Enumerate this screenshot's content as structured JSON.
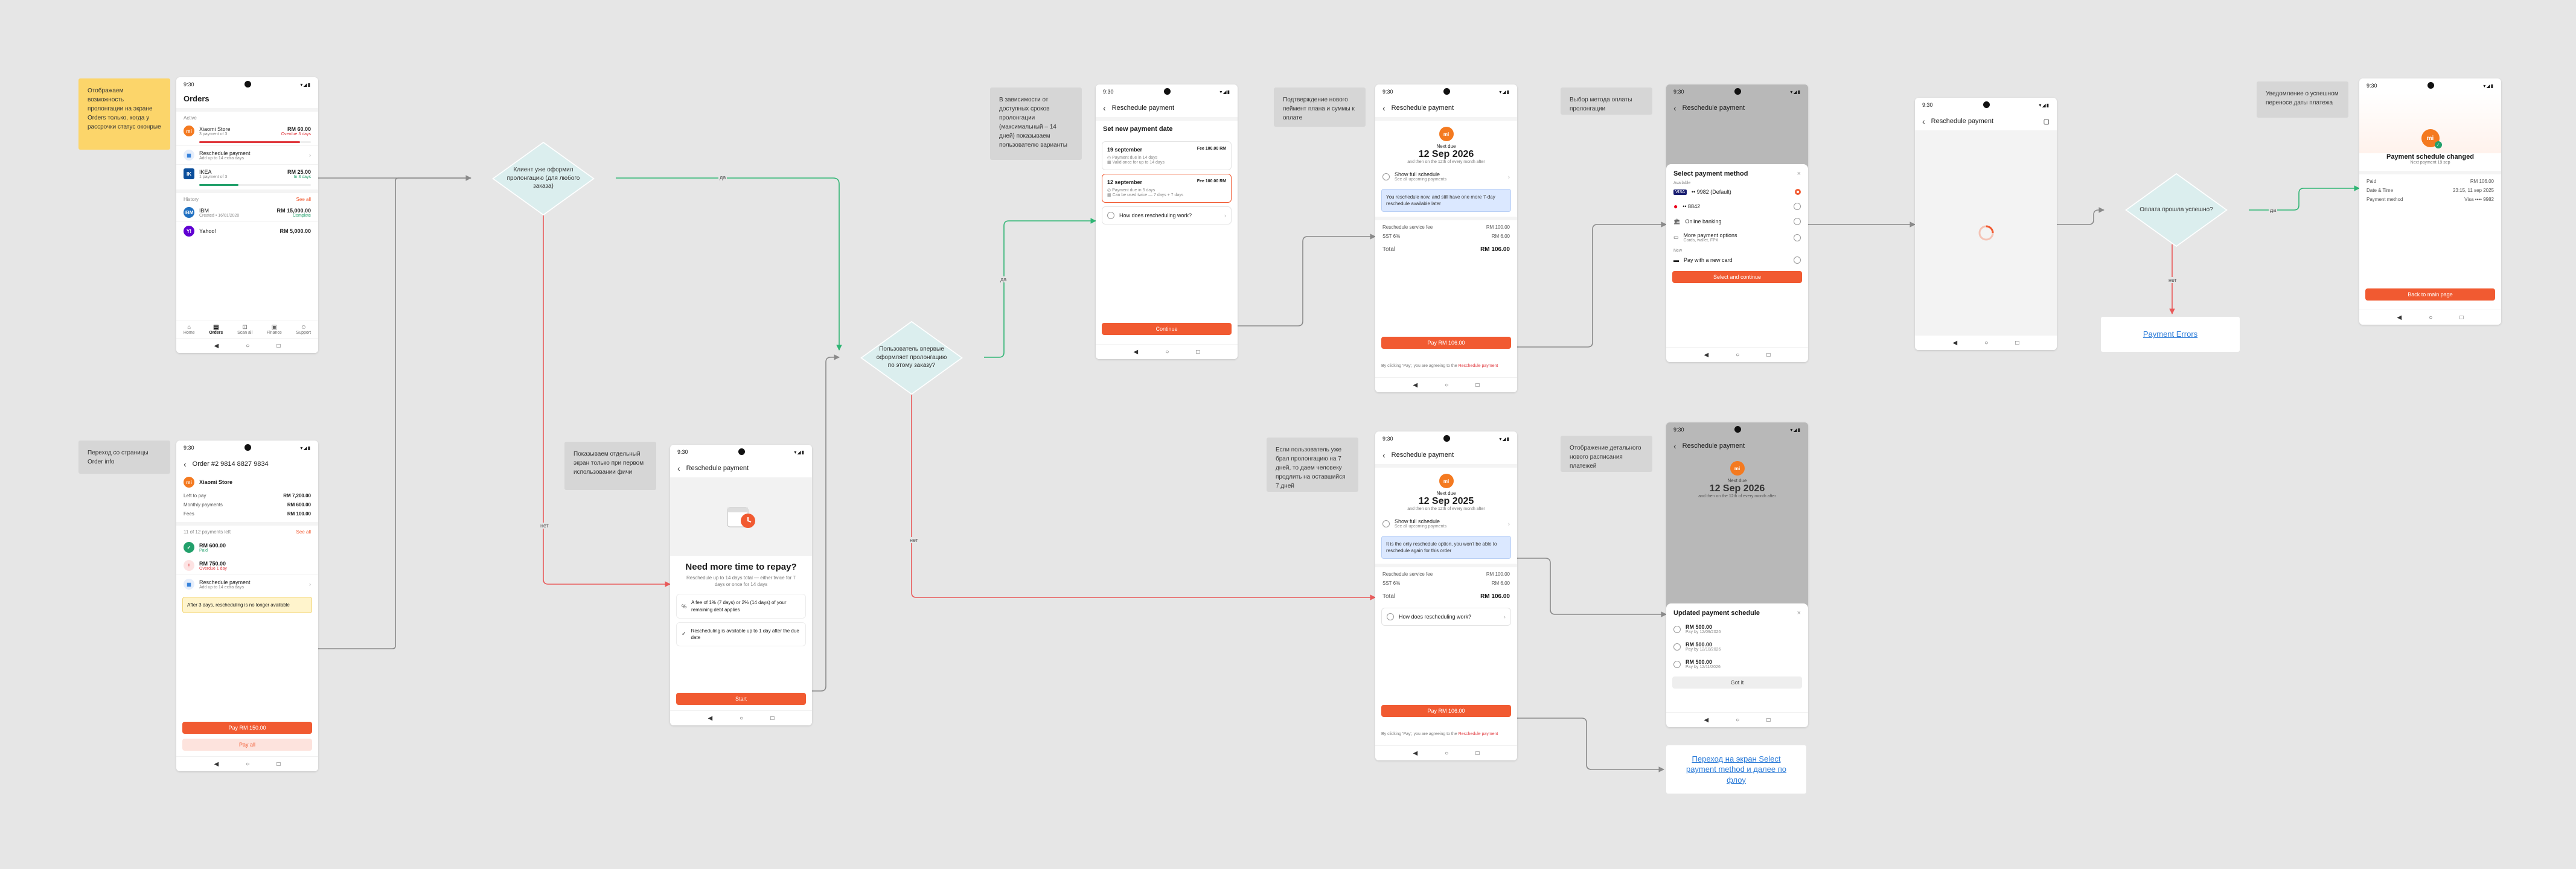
{
  "status_time": "9:30",
  "nav_icons": [
    "back-triangle-icon",
    "home-circle-icon",
    "recents-square-icon"
  ],
  "notes": {
    "n1": "Отображаем возможность пролонгации на экране Orders только, когда у рассрочки статус оконрые",
    "n2": "Переход со страницы Order info",
    "n3": "Показываем отдельный экран только при первом использовании фичи",
    "n4": "В зависимости от доступных сроков пролонгации (максимальный – 14 дней) показываем пользователю варианты",
    "n5": "Подтверждение нового пеймент плана и суммы к оплате",
    "n6": "Если пользователь уже брал пролонгацию на 7 дней, то даем человеку продлить на оставшийся 7 дней",
    "n7": "Выбор метода оплаты пролонгации",
    "n8": "Отображение детального нового расписания платежей",
    "n9": "Уведомление о успешном переносе даты платежа"
  },
  "diamonds": {
    "d1": "Клиент уже оформил пролонгацию (для любого заказа)",
    "d2": "Пользователь впервые оформляет пролонгацию по этому заказу?",
    "d3": "Оплата прошла успешно?"
  },
  "edge_labels": {
    "yes": "да",
    "no": "нет"
  },
  "links": {
    "errors": "Payment Errors",
    "select_flow": "Переход на экран Select payment method и далее по флоу"
  },
  "orders": {
    "title": "Orders",
    "active": "Active",
    "items": [
      {
        "name": "Xiaomi Store",
        "sub": "3 payment of 3",
        "amount": "RM 60.00",
        "status": "Overdue 3 days"
      },
      {
        "name": "Reschedule payment",
        "sub": "Add up to 14 extra days"
      },
      {
        "name": "IKEA",
        "sub": "1 payment of 3",
        "amount": "RM 25.00",
        "status": "In 3 days"
      }
    ],
    "history": "History",
    "see_all": "See all",
    "hist_items": [
      {
        "name": "IBM",
        "sub": "Created • 16/01/2020",
        "amount": "RM 15,000.00",
        "status": "Complete"
      },
      {
        "name": "Yahoo!",
        "sub": "",
        "amount": "RM 5,000.00",
        "status": ""
      }
    ],
    "tabs": [
      "Home",
      "Orders",
      "Scan all",
      "Finance",
      "Support"
    ]
  },
  "order_info": {
    "title": "Order #2 9814 8827 9834",
    "store": "Xiaomi Store",
    "rows": [
      {
        "k": "Left to pay",
        "v": "RM 7,200.00"
      },
      {
        "k": "Monthly payments",
        "v": "RM 600.00"
      },
      {
        "k": "Fees",
        "v": "RM 100.00"
      }
    ],
    "payments_left": "11 of 12 payments left",
    "see_all": "See all",
    "p1": {
      "amount": "RM 600.00",
      "status": "Paid"
    },
    "p2": {
      "amount": "RM 750.00",
      "status": "Overdue 1 day"
    },
    "resched": "Reschedule payment",
    "resched_sub": "Add up to 14 extra days",
    "warn": "After 3 days, rescheduling is no longer available",
    "pay": "Pay RM 150.00",
    "pay_all": "Pay all"
  },
  "intro": {
    "title": "Reschedule payment",
    "heading": "Need more time to repay?",
    "sub": "Reschedule up to 14 days total — either twice for 7 days or once for 14 days",
    "b1": "A fee of 1% (7 days) or 2% (14 days) of your remaining debt applies",
    "b2": "Rescheduling is available up to 1 day after the due date",
    "start": "Start"
  },
  "date_sel": {
    "title": "Reschedule payment",
    "heading": "Set new payment date",
    "o1": {
      "date": "19 september",
      "fee": "Fee 100.00 RM",
      "l1": "Payment due in 14 days",
      "l2": "Valid once for up to 14 days"
    },
    "o2": {
      "date": "12 september",
      "fee": "Fee 100.00 RM",
      "l1": "Payment due in 5 days",
      "l2": "Can be used twice — 7 days + 7 days"
    },
    "how": "How does rescheduling work?",
    "cont": "Continue"
  },
  "confirm1": {
    "title": "Reschedule payment",
    "next": "Next due",
    "date": "12 Sep 2026",
    "after": "and then on the 12th of every month after",
    "show": "Show full schedule",
    "show_sub": "See all upcoming payments",
    "info": "You reschedule now, and still have one more 7-day reschedule available later",
    "rows": [
      {
        "k": "Reschedule service fee",
        "v": "RM 100.00"
      },
      {
        "k": "SST 6%",
        "v": "RM 6.00"
      }
    ],
    "total_k": "Total",
    "total_v": "RM 106.00",
    "pay": "Pay RM 106.00",
    "agree": "By clicking 'Pay', you are agreeing to the",
    "agree_link": "Reschedule payment"
  },
  "confirm2": {
    "title": "Reschedule payment",
    "next": "Next due",
    "date": "12 Sep 2025",
    "after": "and then on the 12th of every month after",
    "show": "Show full schedule",
    "show_sub": "See all upcoming payments",
    "info": "It is the only reschedule option, you won't be able to reschedule again for this order",
    "rows": [
      {
        "k": "Reschedule service fee",
        "v": "RM 100.00"
      },
      {
        "k": "SST 6%",
        "v": "RM 6.00"
      }
    ],
    "total_k": "Total",
    "total_v": "RM 106.00",
    "how": "How does rescheduling work?",
    "pay": "Pay RM 106.00",
    "agree": "By clicking 'Pay', you are agreeing to the",
    "agree_link": "Reschedule payment"
  },
  "methods": {
    "title": "Reschedule payment",
    "sheet_title": "Select payment method",
    "saved": "Available",
    "items": [
      {
        "label": "•• 9982 (Default)",
        "icon": "visa-card-icon"
      },
      {
        "label": "•• 8842",
        "icon": "mastercard-icon"
      },
      {
        "label": "Online banking",
        "icon": "bank-icon"
      },
      {
        "label": "More payment options",
        "sub": "Cards, wallet, FPX",
        "icon": "wallet-icon"
      }
    ],
    "new_label": "New",
    "new_card": "Pay with a new card",
    "btn": "Select and continue"
  },
  "schedule": {
    "title": "Reschedule payment",
    "next": "Next due",
    "date": "12 Sep 2026",
    "after": "and then on the 12th of every month after",
    "sheet_title": "Updated payment schedule",
    "items": [
      {
        "amount": "RM 500.00",
        "date": "Pay by 12/09/2026"
      },
      {
        "amount": "RM 500.00",
        "date": "Pay by 12/10/2026"
      },
      {
        "amount": "RM 500.00",
        "date": "Pay by 12/11/2026"
      }
    ],
    "btn": "Got it"
  },
  "loading": {
    "title": "Reschedule payment"
  },
  "success": {
    "title": "Payment schedule changed",
    "sub": "Next payment 19 sep",
    "rows": [
      {
        "k": "Paid",
        "v": "RM 106.00"
      },
      {
        "k": "Date & Time",
        "v": "23:15, 11 sep 2025"
      },
      {
        "k": "Payment method",
        "v": "Visa •••• 9982"
      }
    ],
    "btn": "Back to main page"
  }
}
